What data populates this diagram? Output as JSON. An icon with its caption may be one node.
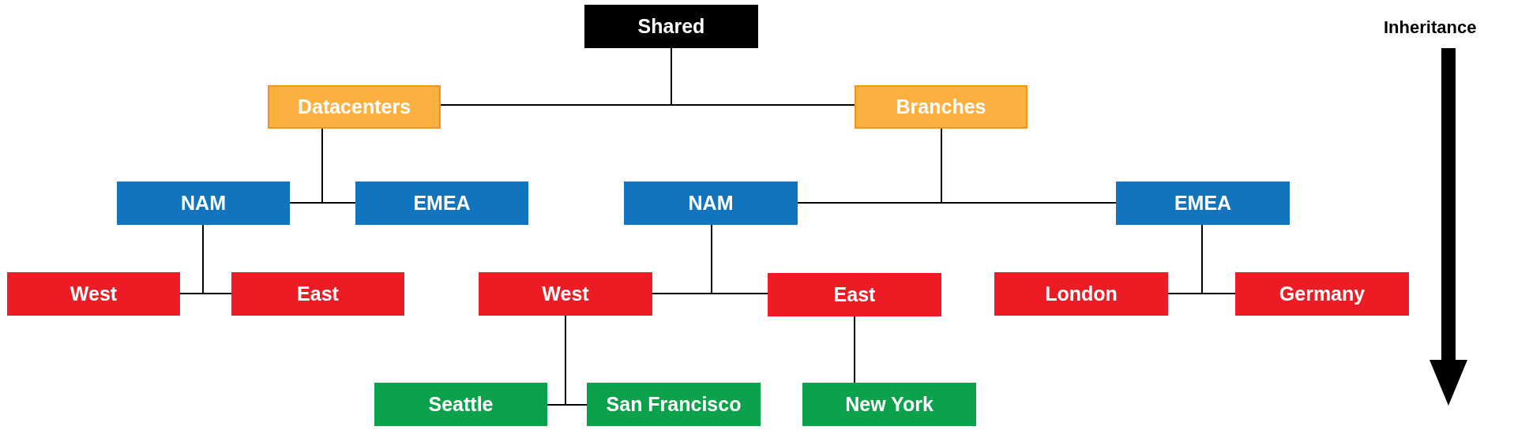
{
  "diagram": {
    "nodes": [
      {
        "text": [
          "Shared"
        ]
      },
      {
        "text": [
          "Datacenters"
        ]
      },
      {
        "text": [
          "Branches"
        ]
      },
      {
        "text": [
          "NAM"
        ]
      },
      {
        "text": [
          "EMEA"
        ]
      },
      {
        "text": [
          "NAM"
        ]
      },
      {
        "text": [
          "EMEA"
        ]
      },
      {
        "text": [
          "West"
        ]
      },
      {
        "text": [
          "East"
        ]
      },
      {
        "text": [
          "West"
        ]
      },
      {
        "text": [
          "East"
        ]
      },
      {
        "text": [
          "London"
        ]
      },
      {
        "text": [
          "Germany"
        ]
      },
      {
        "text": [
          "Seattle"
        ]
      },
      {
        "text": [
          "San Francisco"
        ]
      },
      {
        "text": [
          "New York"
        ]
      }
    ],
    "edges": [
      {
        "from": 0,
        "to": 1,
        "arrow": "none"
      },
      {
        "from": 0,
        "to": 2,
        "arrow": "none"
      },
      {
        "from": 1,
        "to": 3,
        "arrow": "none"
      },
      {
        "from": 1,
        "to": 4,
        "arrow": "none"
      },
      {
        "from": 2,
        "to": 5,
        "arrow": "none"
      },
      {
        "from": 2,
        "to": 6,
        "arrow": "none"
      },
      {
        "from": 3,
        "to": 7,
        "arrow": "none"
      },
      {
        "from": 3,
        "to": 8,
        "arrow": "none"
      },
      {
        "from": 5,
        "to": 9,
        "arrow": "none"
      },
      {
        "from": 5,
        "to": 10,
        "arrow": "none"
      },
      {
        "from": 6,
        "to": 11,
        "arrow": "none"
      },
      {
        "from": 6,
        "to": 12,
        "arrow": "none"
      },
      {
        "from": 9,
        "to": 13,
        "arrow": "none"
      },
      {
        "from": 9,
        "to": 14,
        "arrow": "none"
      },
      {
        "from": 10,
        "to": 15,
        "arrow": "none"
      }
    ],
    "labels": [
      "Inheritance"
    ]
  }
}
